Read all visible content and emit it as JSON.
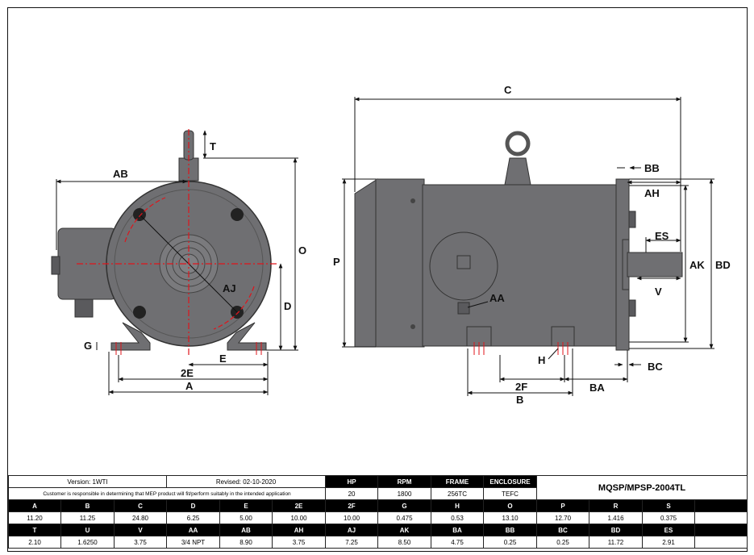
{
  "header": {
    "version": "Version: 1WTI",
    "revised": "Revised: 02-10-2020",
    "disclaimer": "Customer is responsible in determining that MEP product will fit/perform suitably in the intended application",
    "model": "MQSP/MPSP-2004TL"
  },
  "motor": {
    "labels": [
      "HP",
      "RPM",
      "FRAME",
      "ENCLOSURE"
    ],
    "values": [
      "20",
      "1800",
      "256TC",
      "TEFC"
    ]
  },
  "dim_rows": [
    {
      "labels": [
        "A",
        "B",
        "C",
        "D",
        "E",
        "2E",
        "2F",
        "G",
        "H",
        "O",
        "P",
        "R",
        "S"
      ],
      "values": [
        "11.20",
        "11.25",
        "24.80",
        "6.25",
        "5.00",
        "10.00",
        "10.00",
        "0.475",
        "0.53",
        "13.10",
        "12.70",
        "1.416",
        "0.375"
      ]
    },
    {
      "labels": [
        "T",
        "U",
        "V",
        "AA",
        "AB",
        "AH",
        "AJ",
        "AK",
        "BA",
        "BB",
        "BC",
        "BD",
        "ES"
      ],
      "values": [
        "2.10",
        "1.6250",
        "3.75",
        "3/4 NPT",
        "8.90",
        "3.75",
        "7.25",
        "8.50",
        "4.75",
        "0.25",
        "0.25",
        "11.72",
        "2.91"
      ]
    }
  ],
  "drawing_labels": {
    "front": {
      "T": "T",
      "AB": "AB",
      "O": "O",
      "AJ": "AJ",
      "D": "D",
      "G": "G",
      "E": "E",
      "2E": "2E",
      "A": "A"
    },
    "side": {
      "C": "C",
      "BB": "BB",
      "AH": "AH",
      "ES": "ES",
      "P": "P",
      "AK": "AK",
      "BD": "BD",
      "V": "V",
      "AA": "AA",
      "H": "H",
      "2F": "2F",
      "B": "B",
      "BA": "BA",
      "BC": "BC"
    }
  },
  "colors": {
    "body": "#6f6f72",
    "body_dark": "#4b4b4e",
    "centerline": "#e0141b",
    "line": "#111111"
  }
}
